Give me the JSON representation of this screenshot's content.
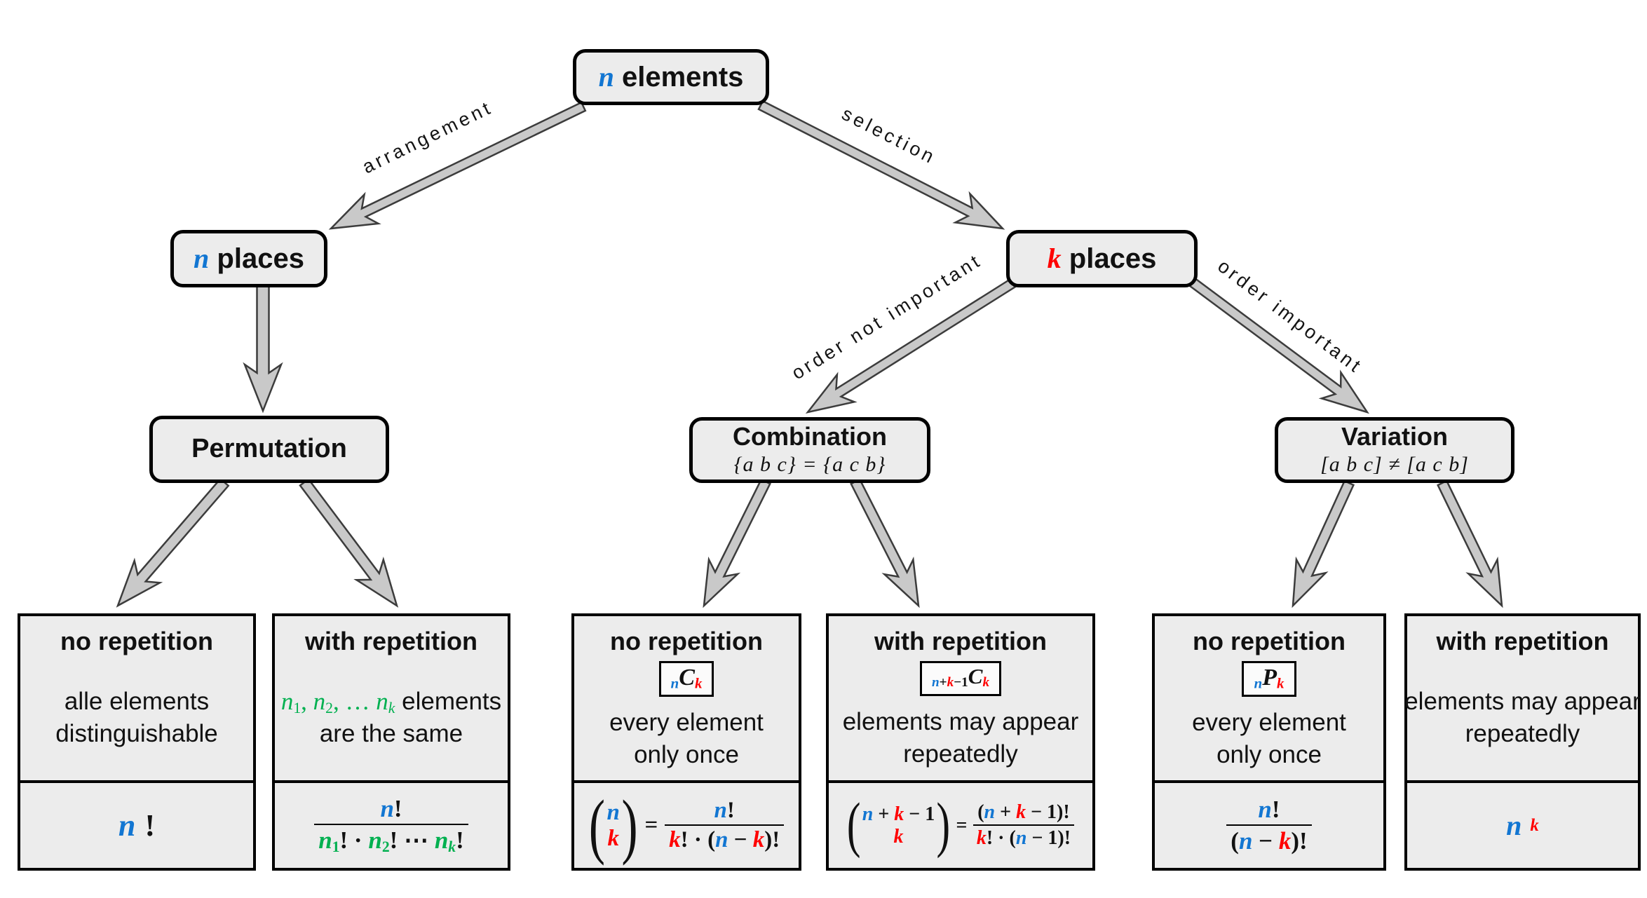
{
  "colors": {
    "blue": "#1276d2",
    "red": "#ff0000",
    "green": "#00b050",
    "box_fill": "#ececec",
    "arrow_fill": "#c9c9c9",
    "arrow_stroke": "#3c3c3c"
  },
  "nodes": {
    "root": {
      "math": "n",
      "suffix": " elements"
    },
    "n_places": {
      "math": "n",
      "suffix": " places"
    },
    "k_places": {
      "math": "k",
      "suffix": " places"
    },
    "permutation": {
      "title": "Permutation"
    },
    "combination": {
      "title": "Combination",
      "subtitle": "{a b c} = {a c b}"
    },
    "variation": {
      "title": "Variation",
      "subtitle": "[a b c] ≠ [a c b]"
    }
  },
  "edge_labels": {
    "arrangement": "arrangement",
    "selection": "selection",
    "order_not_important": "order not important",
    "order_important": "order important"
  },
  "leaves": [
    {
      "title": "no repetition",
      "body": [
        [
          [
            "alle elements",
            "k",
            ""
          ]
        ],
        [
          [
            "distinguishable",
            "k",
            ""
          ]
        ]
      ],
      "formula": {
        "t": [
          [
            "n",
            "b",
            "i"
          ],
          [
            "!",
            "k",
            "u"
          ]
        ]
      }
    },
    {
      "title": "with repetition",
      "body": [
        [
          [
            "n",
            "g",
            "i"
          ],
          [
            "1",
            "g",
            "us"
          ],
          [
            ", ",
            "g",
            "u"
          ],
          [
            "n",
            "g",
            "i"
          ],
          [
            "2",
            "g",
            "us"
          ],
          [
            ", … ",
            "g",
            "u"
          ],
          [
            "n",
            "g",
            "i"
          ],
          [
            "k",
            "g",
            "is"
          ],
          [
            " elements",
            "k",
            ""
          ]
        ],
        [
          [
            "are the same",
            "k",
            ""
          ]
        ]
      ],
      "formula": {
        "f": {
          "n": [
            [
              "n",
              "b",
              "i"
            ],
            [
              "!",
              "k",
              "u"
            ]
          ],
          "d": [
            [
              "n",
              "g",
              "i"
            ],
            [
              "1",
              "g",
              "us"
            ],
            [
              "!",
              "k",
              "u"
            ],
            [
              " · ",
              "k",
              "u"
            ],
            [
              "n",
              "g",
              "i"
            ],
            [
              "2",
              "g",
              "us"
            ],
            [
              "!",
              "k",
              "u"
            ],
            [
              " ⋯ ",
              "k",
              "u"
            ],
            [
              "n",
              "g",
              "i"
            ],
            [
              "k",
              "g",
              "is"
            ],
            [
              "!",
              "k",
              "u"
            ]
          ]
        }
      }
    },
    {
      "title": "no repetition",
      "badge": [
        [
          "n",
          "b",
          "is"
        ],
        [
          "C",
          "k",
          "i"
        ],
        [
          "k",
          "r",
          "is"
        ]
      ],
      "body": [
        [
          [
            "every element",
            "k",
            ""
          ]
        ],
        [
          [
            "only once",
            "k",
            ""
          ]
        ]
      ],
      "formula": {
        "r": [
          {
            "b": {
              "top": [
                [
                  "n",
                  "b",
                  "i"
                ]
              ],
              "bot": [
                [
                  "k",
                  "r",
                  "i"
                ]
              ]
            }
          },
          {
            "t": [
              [
                "=",
                "k",
                "u"
              ]
            ]
          },
          {
            "f": {
              "n": [
                [
                  "n",
                  "b",
                  "i"
                ],
                [
                  "!",
                  "k",
                  "u"
                ]
              ],
              "d": [
                [
                  "k",
                  "r",
                  "i"
                ],
                [
                  "! · (",
                  "k",
                  "u"
                ],
                [
                  "n",
                  "b",
                  "i"
                ],
                [
                  " − ",
                  "k",
                  "u"
                ],
                [
                  "k",
                  "r",
                  "i"
                ],
                [
                  ")!",
                  "k",
                  "u"
                ]
              ]
            }
          }
        ]
      }
    },
    {
      "title": "with repetition",
      "badge": [
        [
          "n",
          "b",
          "is"
        ],
        [
          "+",
          "k",
          "us"
        ],
        [
          "k",
          "r",
          "is"
        ],
        [
          "−1",
          "k",
          "us"
        ],
        [
          "C",
          "k",
          "i"
        ],
        [
          "k",
          "r",
          "is"
        ]
      ],
      "body": [
        [
          [
            "elements may appear",
            "k",
            ""
          ]
        ],
        [
          [
            "repeatedly",
            "k",
            ""
          ]
        ]
      ],
      "formula": {
        "r": [
          {
            "b": {
              "top": [
                [
                  "n",
                  "b",
                  "i"
                ],
                [
                  " + ",
                  "k",
                  "u"
                ],
                [
                  "k",
                  "r",
                  "i"
                ],
                [
                  " − 1",
                  "k",
                  "u"
                ]
              ],
              "bot": [
                [
                  "k",
                  "r",
                  "i"
                ]
              ]
            }
          },
          {
            "t": [
              [
                "=",
                "k",
                "u"
              ]
            ]
          },
          {
            "f": {
              "n": [
                [
                  "(",
                  "k",
                  "u"
                ],
                [
                  "n",
                  "b",
                  "i"
                ],
                [
                  " + ",
                  "k",
                  "u"
                ],
                [
                  "k",
                  "r",
                  "i"
                ],
                [
                  " − 1",
                  "k",
                  "u"
                ],
                [
                  ")!",
                  "k",
                  "u"
                ]
              ],
              "d": [
                [
                  "k",
                  "r",
                  "i"
                ],
                [
                  "! · (",
                  "k",
                  "u"
                ],
                [
                  "n",
                  "b",
                  "i"
                ],
                [
                  " − 1)!",
                  "k",
                  "u"
                ]
              ]
            }
          }
        ]
      }
    },
    {
      "title": "no repetition",
      "badge": [
        [
          "n",
          "b",
          "is"
        ],
        [
          "P",
          "k",
          "i"
        ],
        [
          "k",
          "r",
          "is"
        ]
      ],
      "body": [
        [
          [
            "every element",
            "k",
            ""
          ]
        ],
        [
          [
            "only once",
            "k",
            ""
          ]
        ]
      ],
      "formula": {
        "f": {
          "n": [
            [
              "n",
              "b",
              "i"
            ],
            [
              "!",
              "k",
              "u"
            ]
          ],
          "d": [
            [
              "(",
              "k",
              "u"
            ],
            [
              "n",
              "b",
              "i"
            ],
            [
              " − ",
              "k",
              "u"
            ],
            [
              "k",
              "r",
              "i"
            ],
            [
              ")!",
              "k",
              "u"
            ]
          ]
        }
      }
    },
    {
      "title": "with repetition",
      "body": [
        [
          [
            "elements may appear",
            "k",
            ""
          ]
        ],
        [
          [
            "repeatedly",
            "k",
            ""
          ]
        ]
      ],
      "formula": {
        "t": [
          [
            "n",
            "b",
            "i"
          ],
          [
            "k",
            "r",
            "ip"
          ]
        ]
      }
    }
  ]
}
